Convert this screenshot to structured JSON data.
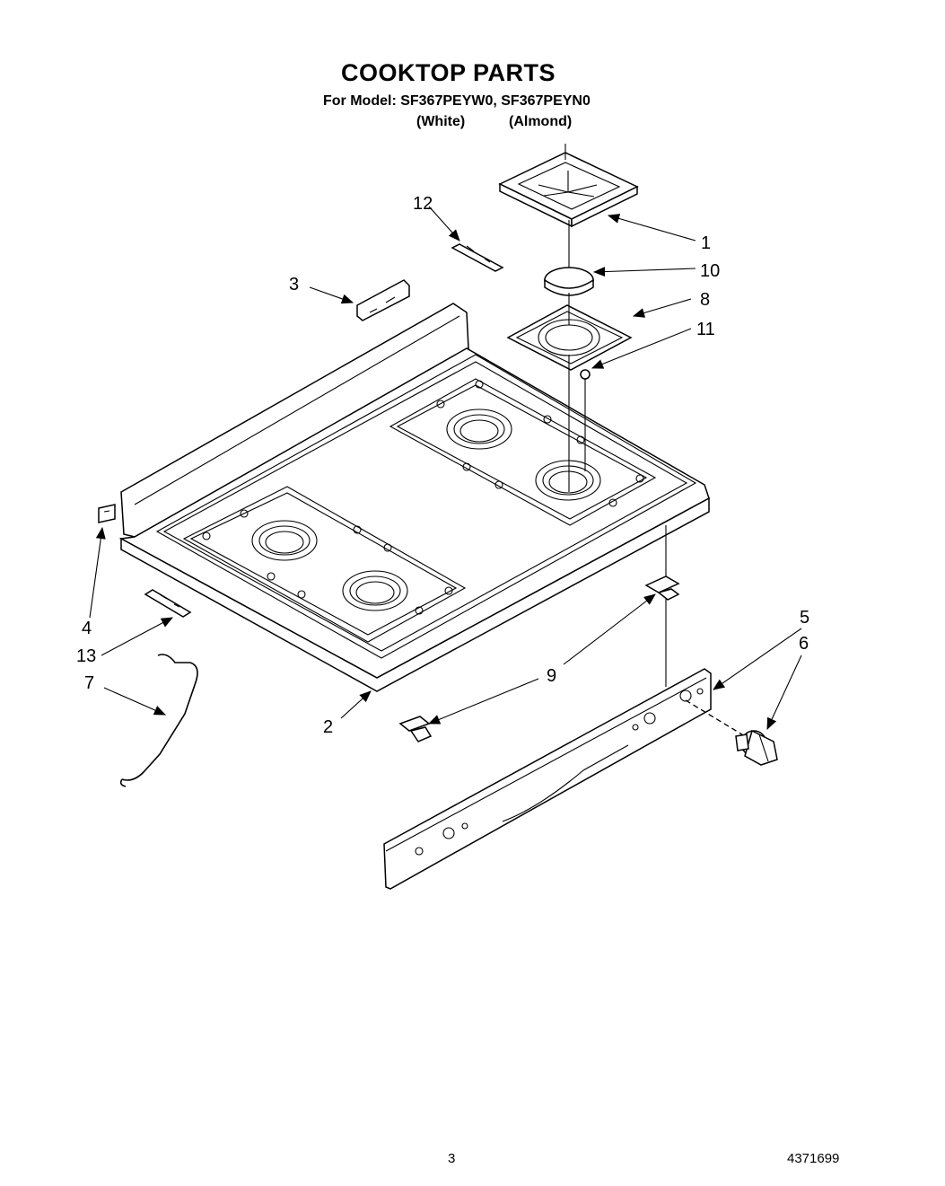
{
  "header": {
    "title": "COOKTOP PARTS",
    "model_line": "For Model: SF367PEYW0, SF367PEYN0",
    "variant_white": "(White)",
    "variant_almond": "(Almond)"
  },
  "callouts": [
    "1",
    "2",
    "3",
    "4",
    "5",
    "6",
    "7",
    "8",
    "9",
    "10",
    "11",
    "12",
    "13"
  ],
  "footer": {
    "page_number": "3",
    "document_number": "4371699"
  }
}
